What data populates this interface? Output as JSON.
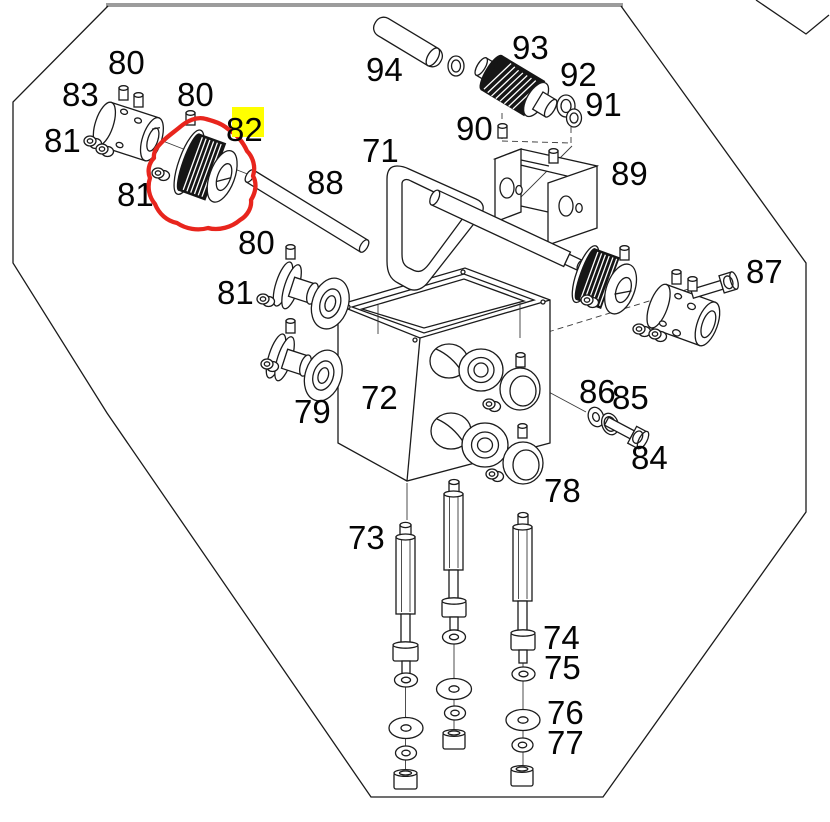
{
  "diagram": {
    "kind": "exploded-parts-diagram",
    "background": "#ffffff",
    "line_color": "#1b1b1b",
    "selected_part": "82",
    "highlight_color": "#ffff00",
    "selection_circle_color": "#e8251d"
  },
  "labels": [
    {
      "part": "80",
      "text": "80"
    },
    {
      "part": "83",
      "text": "83"
    },
    {
      "part": "81",
      "text": "81"
    },
    {
      "part": "80",
      "text": "80"
    },
    {
      "part": "82",
      "text": "82",
      "highlighted": true
    },
    {
      "part": "81",
      "text": "81"
    },
    {
      "part": "88",
      "text": "88"
    },
    {
      "part": "71",
      "text": "71"
    },
    {
      "part": "94",
      "text": "94"
    },
    {
      "part": "93",
      "text": "93"
    },
    {
      "part": "92",
      "text": "92"
    },
    {
      "part": "91",
      "text": "91"
    },
    {
      "part": "90",
      "text": "90"
    },
    {
      "part": "89",
      "text": "89"
    },
    {
      "part": "87",
      "text": "87"
    },
    {
      "part": "80",
      "text": "80"
    },
    {
      "part": "81",
      "text": "81"
    },
    {
      "part": "79",
      "text": "79"
    },
    {
      "part": "72",
      "text": "72"
    },
    {
      "part": "78",
      "text": "78"
    },
    {
      "part": "86",
      "text": "86"
    },
    {
      "part": "85",
      "text": "85"
    },
    {
      "part": "84",
      "text": "84"
    },
    {
      "part": "73",
      "text": "73"
    },
    {
      "part": "74",
      "text": "74"
    },
    {
      "part": "75",
      "text": "75"
    },
    {
      "part": "76",
      "text": "76"
    },
    {
      "part": "77",
      "text": "77"
    }
  ]
}
